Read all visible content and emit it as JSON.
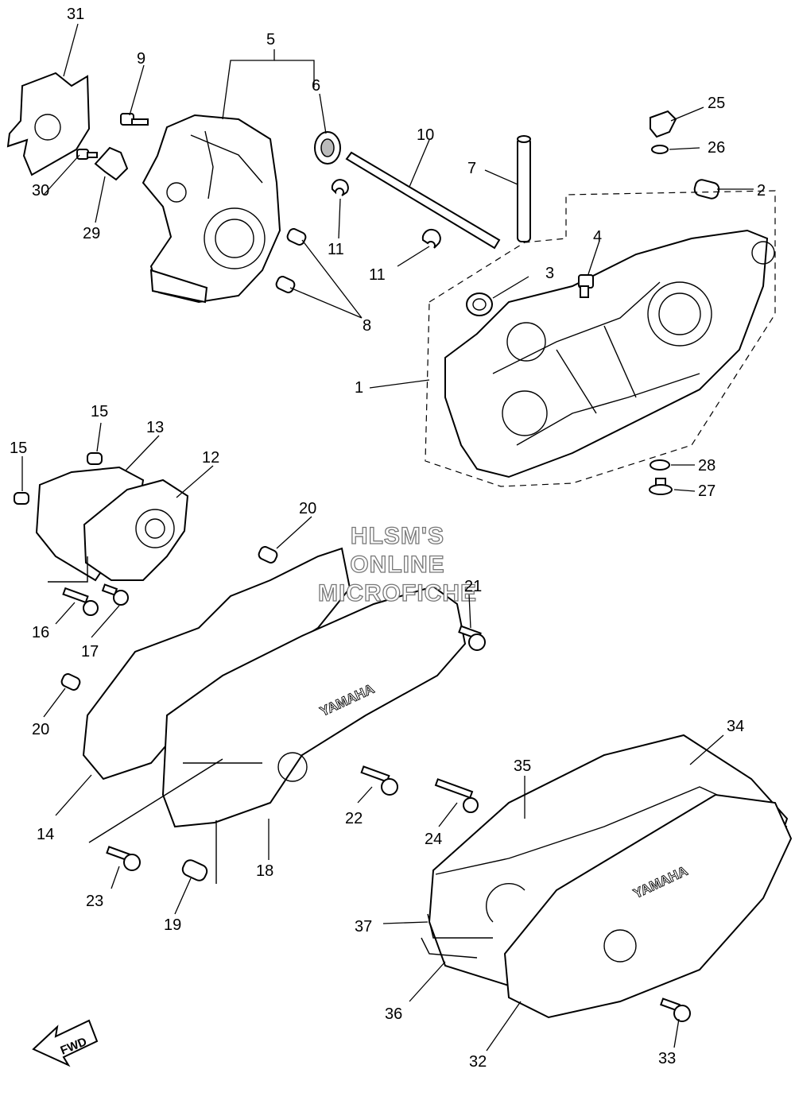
{
  "watermark": [
    "HLSM'S",
    "ONLINE",
    "MICROFICHE"
  ],
  "brand_text": "YAMAHA",
  "direction_label": "FWD",
  "callouts": [
    "1",
    "2",
    "3",
    "4",
    "5",
    "6",
    "7",
    "8",
    "9",
    "10",
    "11",
    "11",
    "12",
    "13",
    "14",
    "15",
    "15",
    "16",
    "17",
    "18",
    "19",
    "20",
    "20",
    "21",
    "22",
    "23",
    "24",
    "25",
    "26",
    "27",
    "28",
    "29",
    "30",
    "31",
    "32",
    "33",
    "34",
    "35",
    "36",
    "37"
  ]
}
